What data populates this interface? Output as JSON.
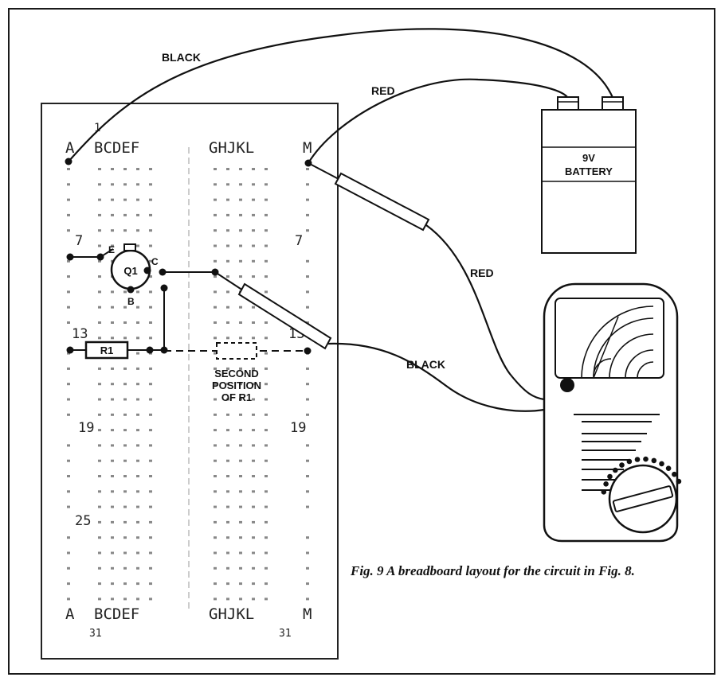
{
  "board": {
    "columns_top": [
      "A",
      "BCDEF",
      "GHJKL",
      "M"
    ],
    "columns_bottom": [
      "A",
      "BCDEF",
      "GHJKL",
      "M"
    ],
    "row_labels": [
      "1",
      "7",
      "13",
      "19",
      "25",
      "31"
    ]
  },
  "components": {
    "transistor": "Q1",
    "emitter": "E",
    "collector": "C",
    "base": "B",
    "resistor": "R1",
    "second_position": [
      "SECOND",
      "POSITION",
      "OF R1"
    ]
  },
  "battery": {
    "label_line1": "9V",
    "label_line2": "BATTERY"
  },
  "wires": {
    "top_black": "BLACK",
    "top_red": "RED",
    "probe_red": "RED",
    "probe_black": "BLACK"
  },
  "caption": "Fig. 9 A breadboard layout for the circuit in Fig. 8.",
  "colors": {
    "ink": "#111111",
    "paper": "#ffffff"
  }
}
